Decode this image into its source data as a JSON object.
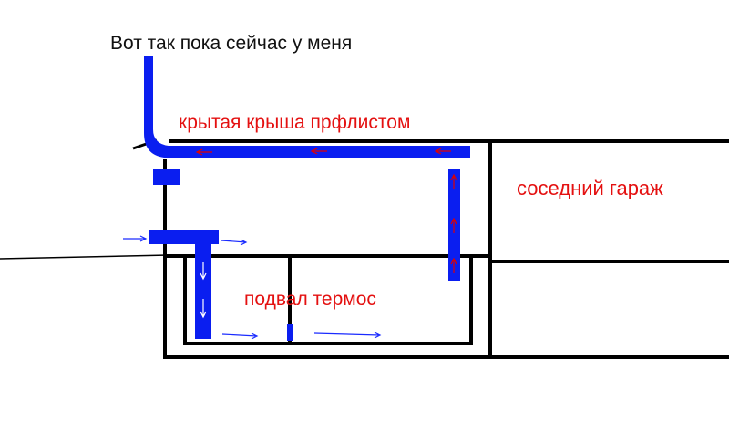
{
  "diagram": {
    "title": "Вот так пока сейчас у меня",
    "labels": {
      "roof": "крытая крыша прфлистом",
      "neighbor_garage": "соседний гараж",
      "cellar": "подвал термос"
    },
    "colors": {
      "outline": "#000000",
      "pipe": "#0a1ef0",
      "airflow_arrow_red": "#e00000",
      "airflow_arrow_white": "#ffffff",
      "airflow_arrow_blue": "#1a2bff",
      "label_text": "#e41010",
      "title_text": "#111111"
    }
  }
}
